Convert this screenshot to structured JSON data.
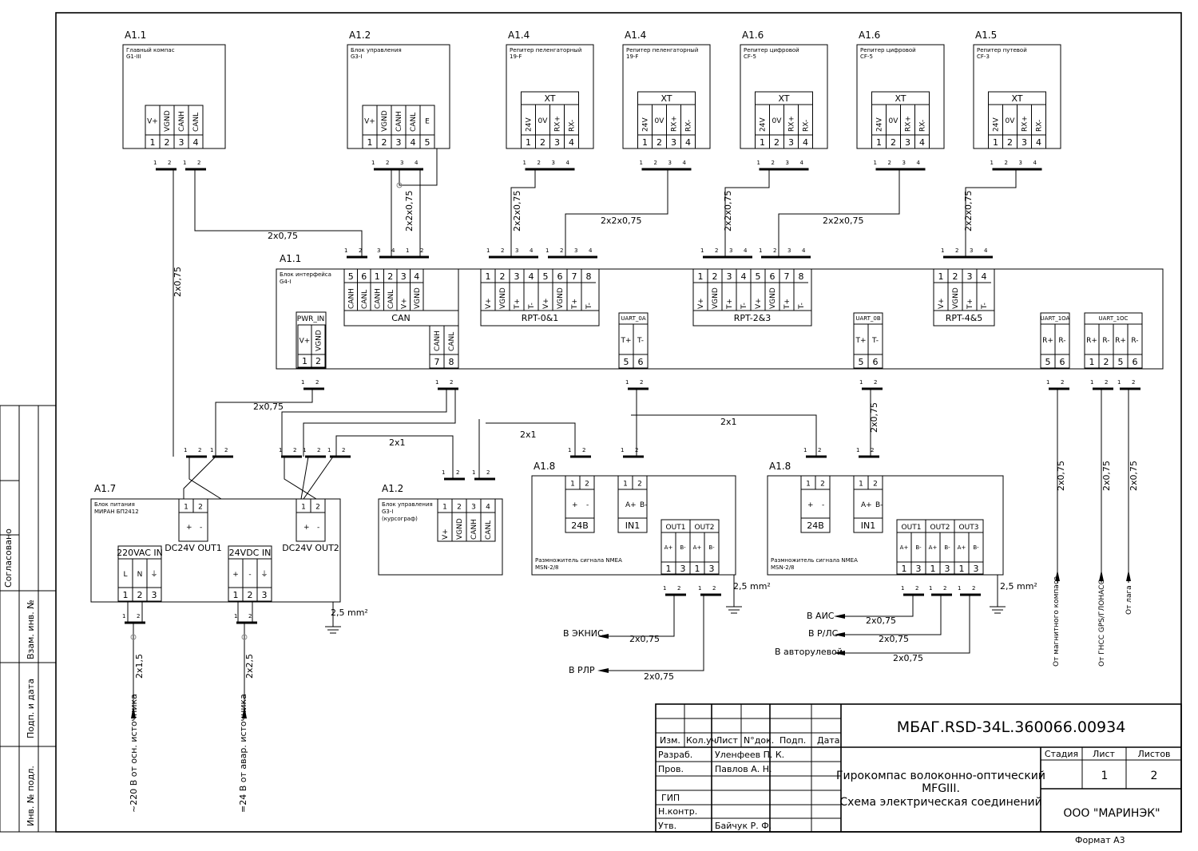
{
  "devices": {
    "a11_top": {
      "ref": "A1.1",
      "name": "Главный компас",
      "model": "G1-III",
      "pins": [
        "V+",
        "VGND",
        "CANH",
        "CANL"
      ],
      "nums": [
        "1",
        "2",
        "3",
        "4"
      ]
    },
    "a12_top": {
      "ref": "A1.2",
      "name": "Блок управления",
      "model": "G3-I",
      "pins": [
        "V+",
        "VGND",
        "CANH",
        "CANL",
        "E"
      ],
      "nums": [
        "1",
        "2",
        "3",
        "4",
        "5"
      ]
    },
    "a14a": {
      "ref": "A1.4",
      "name": "Репитер пеленгаторный",
      "model": "19-F",
      "xt": "XT",
      "pins": [
        "24V",
        "0V",
        "RX+",
        "RX-"
      ],
      "nums": [
        "1",
        "2",
        "3",
        "4"
      ]
    },
    "a14b": {
      "ref": "A1.4",
      "name": "Репитер пеленгаторный",
      "model": "19-F",
      "xt": "XT",
      "pins": [
        "24V",
        "0V",
        "RX+",
        "RX-"
      ],
      "nums": [
        "1",
        "2",
        "3",
        "4"
      ]
    },
    "a16a": {
      "ref": "A1.6",
      "name": "Репитер цифровой",
      "model": "CF-5",
      "xt": "XT",
      "pins": [
        "24V",
        "0V",
        "RX+",
        "RX-"
      ],
      "nums": [
        "1",
        "2",
        "3",
        "4"
      ]
    },
    "a16b": {
      "ref": "A1.6",
      "name": "Репитер цифровой",
      "model": "CF-5",
      "xt": "XT",
      "pins": [
        "24V",
        "0V",
        "RX+",
        "RX-"
      ],
      "nums": [
        "1",
        "2",
        "3",
        "4"
      ]
    },
    "a15": {
      "ref": "A1.5",
      "name": "Репитер путевой",
      "model": "CF-3",
      "xt": "XT",
      "pins": [
        "24V",
        "0V",
        "RX+",
        "RX-"
      ],
      "nums": [
        "1",
        "2",
        "3",
        "4"
      ]
    },
    "iface": {
      "ref": "A1.1",
      "name": "Блок интерфейса",
      "model": "G4-I",
      "can": {
        "label": "CAN",
        "nums": [
          "5",
          "6",
          "1",
          "2",
          "3",
          "4"
        ],
        "pins": [
          "CANH",
          "CANL",
          "CANH",
          "CANL",
          "V+",
          "VGND"
        ]
      },
      "rpt01": {
        "label": "RPT-0&1",
        "nums": [
          "1",
          "2",
          "3",
          "4",
          "5",
          "6",
          "7",
          "8"
        ],
        "pins": [
          "V+",
          "VGND",
          "T+",
          "T-",
          "V+",
          "VGND",
          "T+",
          "T-"
        ]
      },
      "rpt23": {
        "label": "RPT-2&3",
        "nums": [
          "1",
          "2",
          "3",
          "4",
          "5",
          "6",
          "7",
          "8"
        ],
        "pins": [
          "V+",
          "VGND",
          "T+",
          "T-",
          "V+",
          "VGND",
          "T+",
          "T-"
        ]
      },
      "rpt45": {
        "label": "RPT-4&5",
        "nums": [
          "1",
          "2",
          "3",
          "4"
        ],
        "pins": [
          "V+",
          "VGND",
          "T+",
          "T-"
        ]
      },
      "pwr": {
        "label": "PWR_IN",
        "pins": [
          "V+",
          "VGND"
        ],
        "nums": [
          "1",
          "2"
        ]
      },
      "canb": {
        "pins": [
          "CANH",
          "CANL"
        ],
        "nums": [
          "7",
          "8"
        ]
      },
      "uart0a": {
        "label": "UART_0A",
        "pins": [
          "T+",
          "T-"
        ],
        "nums": [
          "5",
          "6"
        ]
      },
      "uart0b": {
        "label": "UART_0B",
        "pins": [
          "T+",
          "T-"
        ],
        "nums": [
          "5",
          "6"
        ]
      },
      "uart1oa": {
        "label": "UART_1OA",
        "pins": [
          "R+",
          "R-"
        ],
        "nums": [
          "5",
          "6"
        ]
      },
      "uart1oc": {
        "label": "UART_1OC",
        "pins": [
          "R+",
          "R-",
          "R+",
          "R-"
        ],
        "nums": [
          "1",
          "2",
          "5",
          "6"
        ]
      }
    },
    "psu": {
      "ref": "A1.7",
      "name": "Блок питания",
      "model": "МИРАН БП2412",
      "out1": {
        "label": "DC24V OUT1",
        "pins": [
          "+",
          "-"
        ],
        "nums": [
          "1",
          "2"
        ]
      },
      "out2": {
        "label": "DC24V OUT2",
        "pins": [
          "+",
          "-"
        ],
        "nums": [
          "1",
          "2"
        ]
      },
      "ac": {
        "label": "220VAC IN",
        "pins": [
          "L",
          "N",
          "⏚"
        ],
        "nums": [
          "1",
          "2",
          "3"
        ]
      },
      "dc": {
        "label": "24VDC IN",
        "pins": [
          "+",
          "-",
          "⏚"
        ],
        "nums": [
          "1",
          "2",
          "3"
        ]
      }
    },
    "a12_bot": {
      "ref": "A1.2",
      "name": "Блок управления",
      "model": "G3-I",
      "note": "(курсограф)",
      "pins": [
        "V+",
        "VGND",
        "CANH",
        "CANL"
      ],
      "nums": [
        "1",
        "2",
        "3",
        "4"
      ]
    },
    "msn1": {
      "ref": "A1.8",
      "name": "Размножитель сигнала NMEA",
      "model": "MSN-2/8",
      "pw": {
        "label": "24В",
        "pins": [
          "+",
          "-"
        ],
        "nums": [
          "1",
          "2"
        ]
      },
      "in1": {
        "label": "IN1",
        "pins": [
          "A+",
          "B-"
        ],
        "nums": [
          "1",
          "2"
        ]
      },
      "outs": [
        {
          "label": "OUT1",
          "pins": [
            "A+",
            "B-"
          ],
          "nums": [
            "1",
            "3"
          ]
        },
        {
          "label": "OUT2",
          "pins": [
            "A+",
            "B-"
          ],
          "nums": [
            "1",
            "3"
          ]
        }
      ]
    },
    "msn2": {
      "ref": "A1.8",
      "name": "Размножитель сигнала NMEA",
      "model": "MSN-2/8",
      "pw": {
        "label": "24В",
        "pins": [
          "+",
          "-"
        ],
        "nums": [
          "1",
          "2"
        ]
      },
      "in1": {
        "label": "IN1",
        "pins": [
          "A+",
          "B-"
        ],
        "nums": [
          "1",
          "2"
        ]
      },
      "outs": [
        {
          "label": "OUT1",
          "pins": [
            "A+",
            "B-"
          ],
          "nums": [
            "1",
            "3"
          ]
        },
        {
          "label": "OUT2",
          "pins": [
            "A+",
            "B-"
          ],
          "nums": [
            "1",
            "3"
          ]
        },
        {
          "label": "OUT3",
          "pins": [
            "A+",
            "B-"
          ],
          "nums": [
            "1",
            "3"
          ]
        }
      ]
    }
  },
  "cables": {
    "c2x075": "2x0,75",
    "c2x2x075": "2x2x0,75",
    "c2x1": "2x1",
    "c2x15": "2x1,5",
    "c2x25": "2x2,5",
    "ground": "2,5 mm²"
  },
  "destinations": {
    "ecdis": "В ЭКНИС",
    "rdr": "В РЛР",
    "ais": "В АИС",
    "rls": "В Р/ЛС",
    "autopilot": "В авторулевой",
    "src_main": "~220 В от осн. источника",
    "src_emerg": "=24 В от авар. источника",
    "from_mag": "От магнитного компаса",
    "from_gnss": "От ГНСС GPS/ГЛОНАСС",
    "from_log": "От лага"
  },
  "side_labels": {
    "agreed": "Согласовано",
    "inv_vzam": "Взам. инв. №",
    "sign_date": "Подп. и дата",
    "inv_podl": "Инв. № подл."
  },
  "title_block": {
    "doc_code": "МБАГ.RSD-34L.360066.00934",
    "title_l1": "Гирокомпас волоконно-оптический",
    "title_l2": "MFGIII.",
    "title_l3": "Схема электрическая соединений",
    "hdr": {
      "izm": "Изм.",
      "kol": "Кол.уч",
      "list": "Лист",
      "ndok": "N°док.",
      "podp": "Подп.",
      "data": "Дата"
    },
    "roles": [
      {
        "role": "Разраб.",
        "name": "Уленфеев П. К."
      },
      {
        "role": "Пров.",
        "name": "Павлов А. Н."
      },
      {
        "role": "",
        "name": ""
      },
      {
        "role": "ГИП",
        "name": ""
      },
      {
        "role": "Н.контр.",
        "name": ""
      },
      {
        "role": "Утв.",
        "name": "Байчук Р. Ф."
      }
    ],
    "stage_hdr": "Стадия",
    "sheet_hdr": "Лист",
    "sheets_hdr": "Листов",
    "stage": "",
    "sheet": "1",
    "sheets": "2",
    "company": "ООО \"МАРИНЭК\"",
    "format": "Формат А3"
  }
}
